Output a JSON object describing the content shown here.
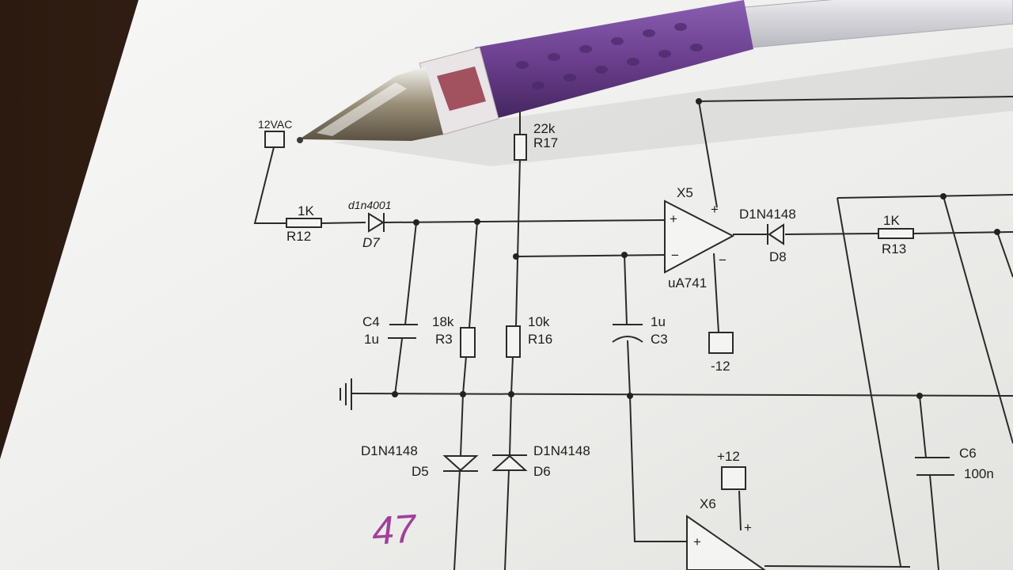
{
  "scene": {
    "description_kind": "photo of printed circuit schematic with pen",
    "colors": {
      "desk": "#3a2418",
      "paper": "#f1f1ef",
      "ink": "#2a2a2a",
      "pen_grip": "#6b3f8e",
      "handwriting": "#a0409a"
    }
  },
  "labels": {
    "input": "12VAC",
    "r12_value": "1K",
    "r12_ref": "R12",
    "d7_value": "d1n4001",
    "d7_ref": "D7",
    "r17_value": "22k",
    "r17_ref": "R17",
    "x5_ref": "X5",
    "x5_part": "uA741",
    "plus": "+",
    "minus": "−",
    "minus_supply": "-12",
    "d8_value": "D1N4148",
    "d8_ref": "D8",
    "r13_value": "1K",
    "r13_ref": "R13",
    "c4_ref": "C4",
    "c4_value": "1u",
    "r3_value": "18k",
    "r3_ref": "R3",
    "r16_value": "10k",
    "r16_ref": "R16",
    "c3_value": "1u",
    "c3_ref": "C3",
    "d5_value": "D1N4148",
    "d5_ref": "D5",
    "d6_value": "D1N4148",
    "d6_ref": "D6",
    "plus_supply": "+12",
    "x6_ref": "X6",
    "c6_ref": "C6",
    "c6_value": "100n",
    "handwritten": "47"
  }
}
